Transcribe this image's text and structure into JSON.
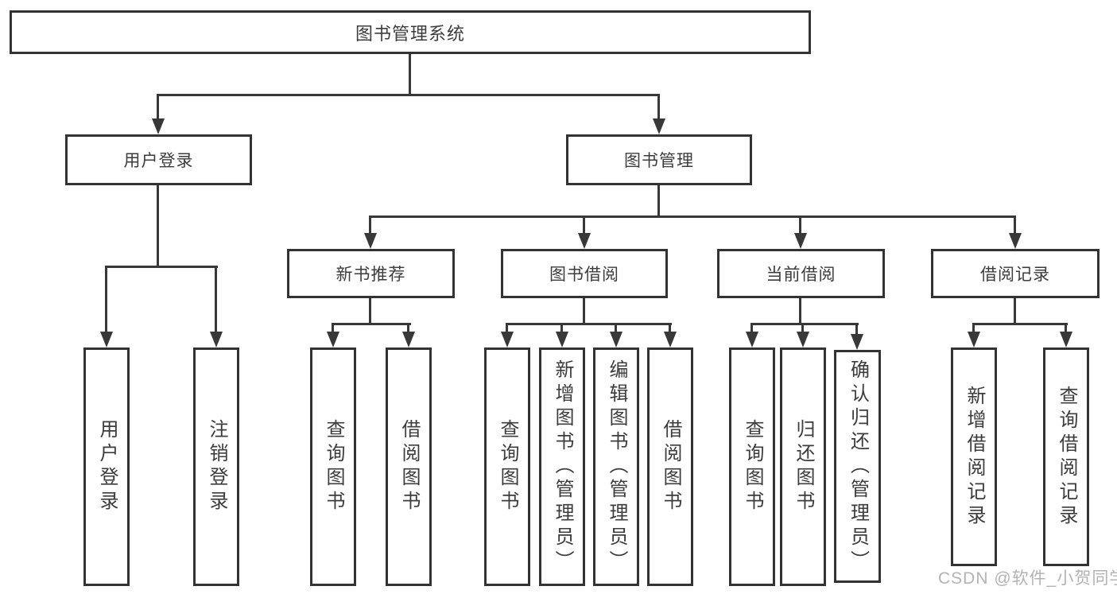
{
  "diagram_type": "hierarchy-tree",
  "colors": {
    "line": "#383838",
    "box_border": "#333333",
    "box_fill": "#ffffff",
    "text": "#3c3c3c",
    "watermark": "#b3b3b3"
  },
  "tree": {
    "label": "图书管理系统",
    "children": [
      {
        "label": "用户登录",
        "children": [
          {
            "label": "用户登录"
          },
          {
            "label": "注销登录"
          }
        ]
      },
      {
        "label": "图书管理",
        "children": [
          {
            "label": "新书推荐",
            "children": [
              {
                "label": "查询图书"
              },
              {
                "label": "借阅图书"
              }
            ]
          },
          {
            "label": "图书借阅",
            "children": [
              {
                "label": "查询图书"
              },
              {
                "label": "新增图书（管理员）"
              },
              {
                "label": "编辑图书（管理员）"
              },
              {
                "label": "借阅图书"
              }
            ]
          },
          {
            "label": "当前借阅",
            "children": [
              {
                "label": "查询图书"
              },
              {
                "label": "归还图书"
              },
              {
                "label": "确认归还（管理员）"
              }
            ]
          },
          {
            "label": "借阅记录",
            "children": [
              {
                "label": "新增借阅记录"
              },
              {
                "label": "查询借阅记录"
              }
            ]
          }
        ]
      }
    ]
  },
  "watermark": "CSDN @软件_小贺同学"
}
